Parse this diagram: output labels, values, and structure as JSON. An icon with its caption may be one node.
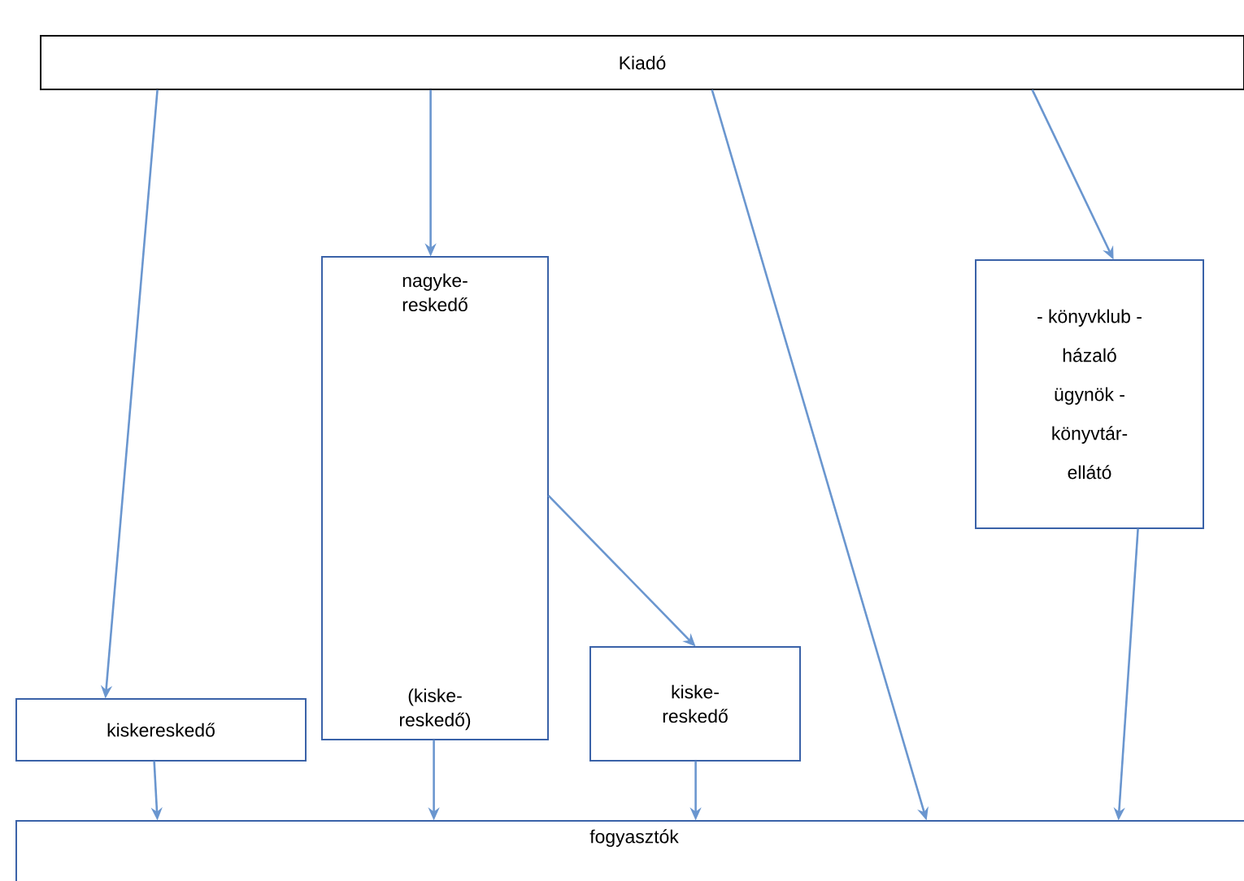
{
  "diagram": {
    "nodes": [
      {
        "text": [
          "Kiadó"
        ]
      },
      {
        "text": [
          "nagyke- reskedő",
          "(kiske- reskedő)"
        ]
      },
      {
        "text": [
          "kiskereskedő"
        ]
      },
      {
        "text": [
          "kiske- reskedő"
        ]
      },
      {
        "text": [
          "- könyvklub - házaló ügynök - könyvtár- ellátó"
        ]
      },
      {
        "text": [
          "fogyasztók"
        ]
      }
    ],
    "edges": [
      {
        "from": 0,
        "to": 2,
        "arrow": "to"
      },
      {
        "from": 0,
        "to": 1,
        "arrow": "to"
      },
      {
        "from": 0,
        "to": 5,
        "arrow": "to"
      },
      {
        "from": 0,
        "to": 4,
        "arrow": "to"
      },
      {
        "from": 1,
        "to": 3,
        "arrow": "to"
      },
      {
        "from": 2,
        "to": 5,
        "arrow": "to"
      },
      {
        "from": 1,
        "to": 5,
        "arrow": "to"
      },
      {
        "from": 3,
        "to": 5,
        "arrow": "to"
      },
      {
        "from": 4,
        "to": 5,
        "arrow": "to"
      }
    ]
  }
}
